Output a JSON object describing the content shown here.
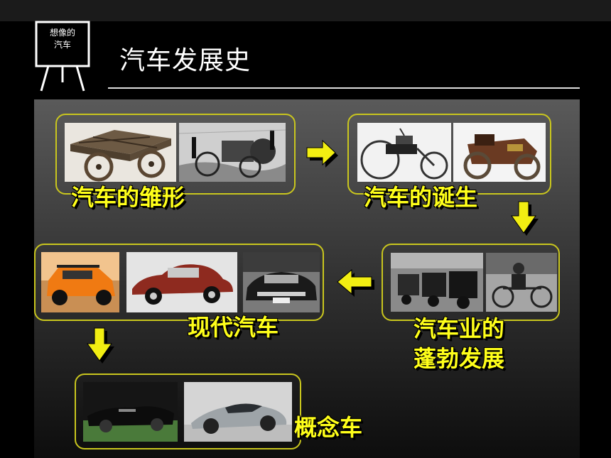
{
  "board": {
    "text": "想像的\n汽车",
    "line1": "想像的",
    "line2": "汽车"
  },
  "title": "汽车发展史",
  "stages": {
    "prototype": "汽车的雏形",
    "birth": "汽车的诞生",
    "industry_line1": "汽车业的",
    "industry_line2": "蓬勃发展",
    "modern": "现代汽车",
    "concept": "概念车"
  },
  "colors": {
    "label": "#ffff1a",
    "frame": "#c9c61e",
    "arrow": "#f2ee12"
  },
  "icons": [
    "blackboard-icon",
    "arrow-right-icon",
    "arrow-down-icon",
    "arrow-left-icon"
  ]
}
